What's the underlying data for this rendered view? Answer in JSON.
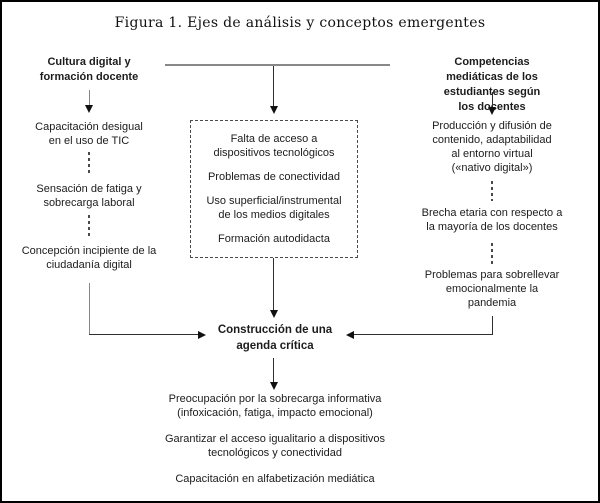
{
  "title": "Figura 1. Ejes de análisis y conceptos emergentes",
  "left": {
    "header": "Cultura digital y\nformación docente",
    "items": [
      "Capacitación desigual\nen el uso de TIC",
      "Sensación de fatiga y\nsobrecarga laboral",
      "Concepción incipiente de la\nciudadanía digital"
    ]
  },
  "center": {
    "box_items": [
      "Falta de acceso a\ndispositivos tecnológicos",
      "Problemas de conectividad",
      "Uso superficial/instrumental\nde los medios digitales",
      "Formación autodidacta"
    ],
    "node": "Construcción de una\nagenda crítica"
  },
  "right": {
    "header": "Competencias mediáticas de los\nestudiantes según los docentes",
    "items": [
      "Producción y difusión de\ncontenido, adaptabilidad\nal entorno virtual\n(«nativo digital»)",
      "Brecha etaria con respecto a\nla mayoría de los docentes",
      "Problemas para sobrellevar\nemocionalmente la\npandemia"
    ]
  },
  "bottom": {
    "items": [
      "Preocupación por la sobrecarga informativa\n(infoxicación, fatiga, impacto emocional)",
      "Garantizar el acceso igualitario a dispositivos\ntecnológicos y conectividad",
      "Capacitación en alfabetización mediática"
    ]
  },
  "colors": {
    "border": "#000000",
    "line_gray": "#888888",
    "line_dark": "#2f2f2f",
    "text": "#1c1c1c",
    "background": "#ffffff"
  }
}
